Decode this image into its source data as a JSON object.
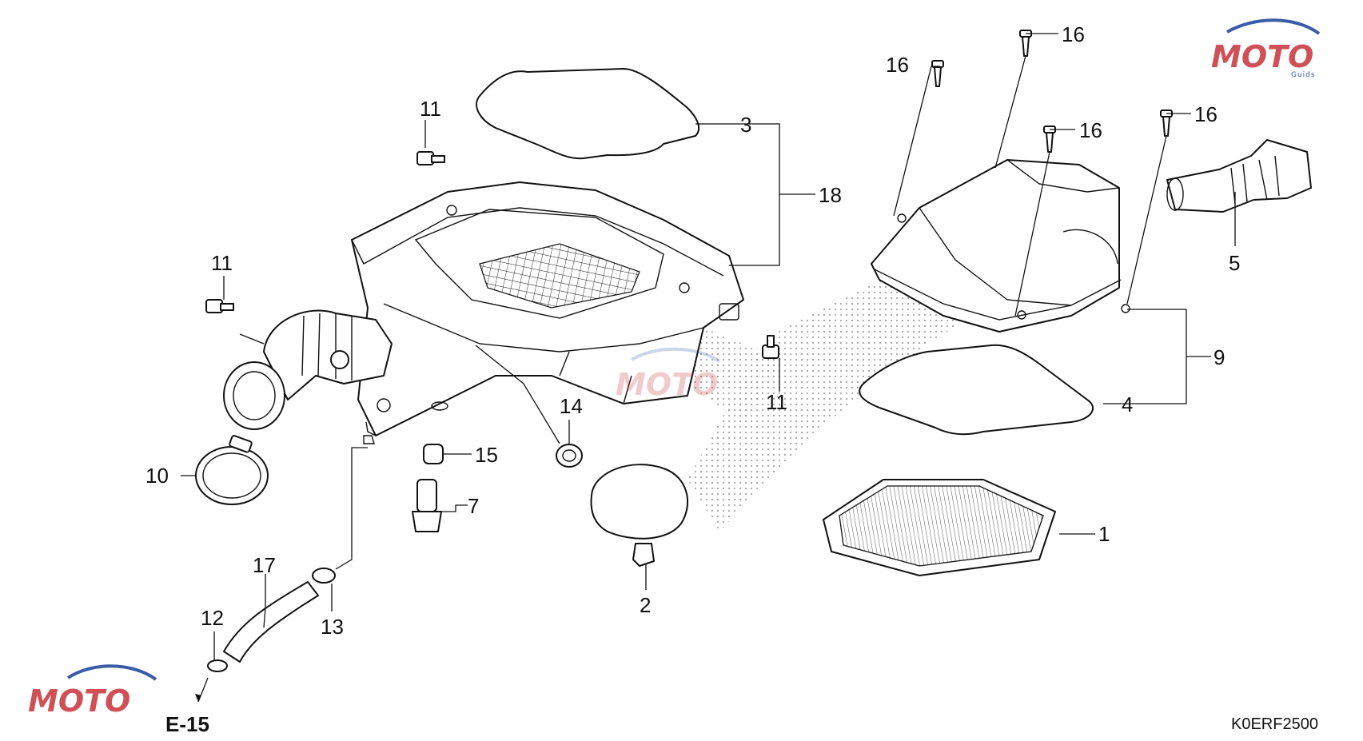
{
  "diagram": {
    "reference_code": "K0ERF2500",
    "cross_reference": "E-15",
    "watermark": {
      "brand": "MOTO",
      "sub": "Guids"
    },
    "callouts": [
      {
        "id": "c1",
        "label": "1",
        "part": "air-filter-element"
      },
      {
        "id": "c2",
        "label": "2",
        "part": "drain-cap"
      },
      {
        "id": "c3",
        "label": "3",
        "part": "case-seal"
      },
      {
        "id": "c4",
        "label": "4",
        "part": "cover-seal"
      },
      {
        "id": "c5",
        "label": "5",
        "part": "intake-duct"
      },
      {
        "id": "c7",
        "label": "7",
        "part": "drain-plug"
      },
      {
        "id": "c9",
        "label": "9",
        "part": "cover-bracket"
      },
      {
        "id": "c10",
        "label": "10",
        "part": "band-clamp"
      },
      {
        "id": "c11a",
        "label": "11",
        "part": "flange-bolt"
      },
      {
        "id": "c11b",
        "label": "11",
        "part": "flange-bolt"
      },
      {
        "id": "c11c",
        "label": "11",
        "part": "flange-bolt"
      },
      {
        "id": "c12",
        "label": "12",
        "part": "hose-clip"
      },
      {
        "id": "c13",
        "label": "13",
        "part": "hose-clip"
      },
      {
        "id": "c14",
        "label": "14",
        "part": "hose-clip"
      },
      {
        "id": "c15",
        "label": "15",
        "part": "clip"
      },
      {
        "id": "c16a",
        "label": "16",
        "part": "screw"
      },
      {
        "id": "c16b",
        "label": "16",
        "part": "screw"
      },
      {
        "id": "c16c",
        "label": "16",
        "part": "screw"
      },
      {
        "id": "c16d",
        "label": "16",
        "part": "screw"
      },
      {
        "id": "c17",
        "label": "17",
        "part": "breather-tube"
      },
      {
        "id": "c18",
        "label": "18",
        "part": "case-bracket"
      }
    ]
  },
  "colors": {
    "watermark_red": "#c8323c",
    "watermark_blue": "#3a5ba8",
    "line": "#111111",
    "stipple": "#9a9a9a"
  }
}
